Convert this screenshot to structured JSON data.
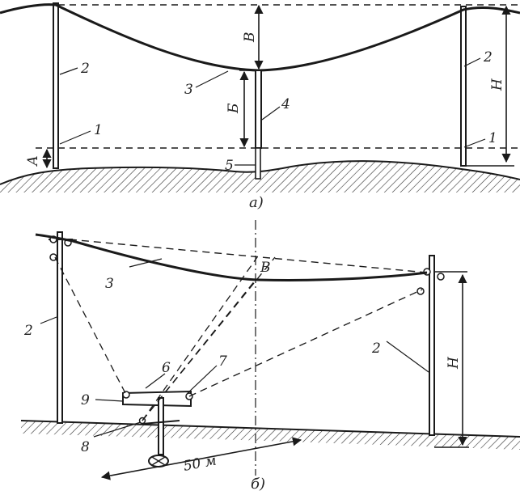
{
  "fig_a": {
    "caption": "а)",
    "labels": {
      "support_left": "2",
      "support_right": "2",
      "mark_left": "1",
      "mark_right": "1",
      "wire": "3",
      "rod": "4",
      "stake": "5",
      "dim_A": "А",
      "dim_B_sag": "В",
      "dim_B_clear": "Б",
      "dim_H": "Н"
    }
  },
  "fig_b": {
    "caption": "б)",
    "labels": {
      "wire": "3",
      "support_left": "2",
      "support_right": "2",
      "point_B": "В",
      "dim_H": "Н",
      "item6": "6",
      "item7": "7",
      "item8": "8",
      "item9": "9",
      "distance": "50 м"
    }
  }
}
